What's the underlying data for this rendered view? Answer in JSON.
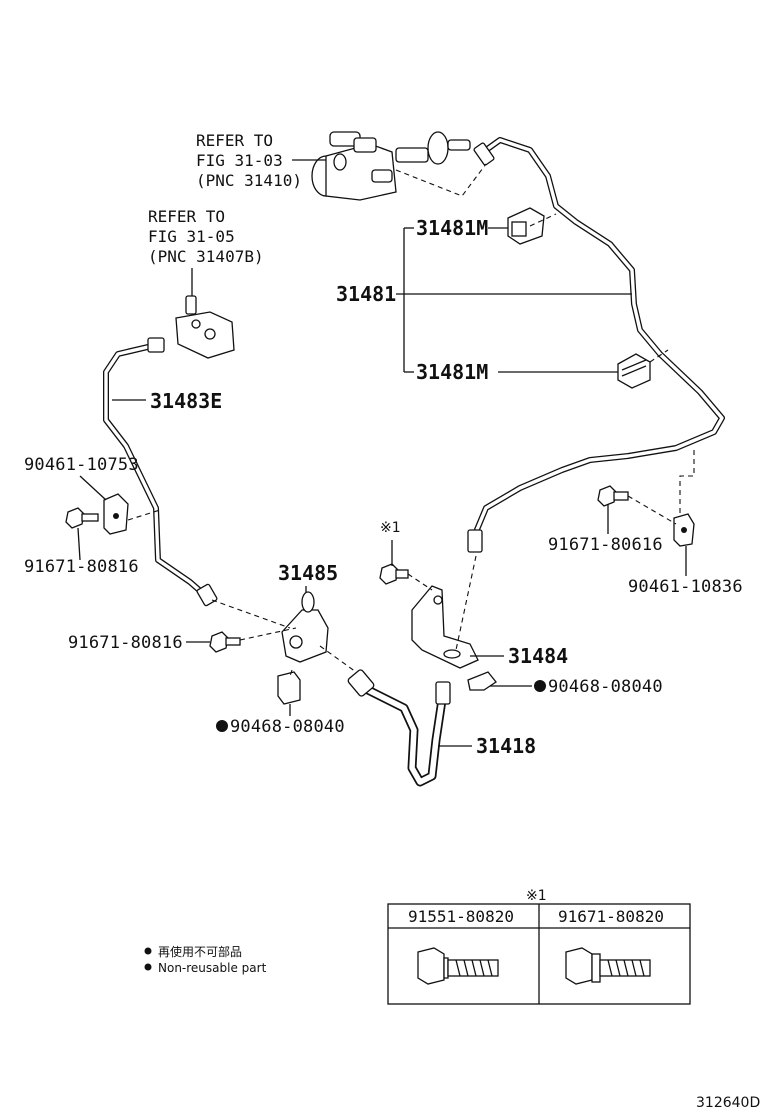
{
  "refs": {
    "ref1": [
      "REFER TO",
      "FIG 31-03",
      "(PNC 31410)"
    ],
    "ref2": [
      "REFER TO",
      "FIG 31-05",
      "(PNC 31407B)"
    ]
  },
  "labels": {
    "p31481M_top": "31481M",
    "p31481": "31481",
    "p31481M_bot": "31481M",
    "p31483E": "31483E",
    "p90461_10753": "90461-10753",
    "p91671_80816_a": "91671-80816",
    "p91671_80816_b": "91671-80816",
    "p31485": "31485",
    "p90468_08040_a": "90468-08040",
    "p90468_08040_b": "90468-08040",
    "p31484": "31484",
    "p31418": "31418",
    "p91671_80616": "91671-80616",
    "p90461_10836": "90461-10836",
    "note_mark": "※1"
  },
  "legend": {
    "jp": "再使用不可部品",
    "en": "Non-reusable part"
  },
  "table": {
    "mark": "※1",
    "headers": [
      "91551-80820",
      "91671-80820"
    ]
  },
  "figure_code": "312640D"
}
